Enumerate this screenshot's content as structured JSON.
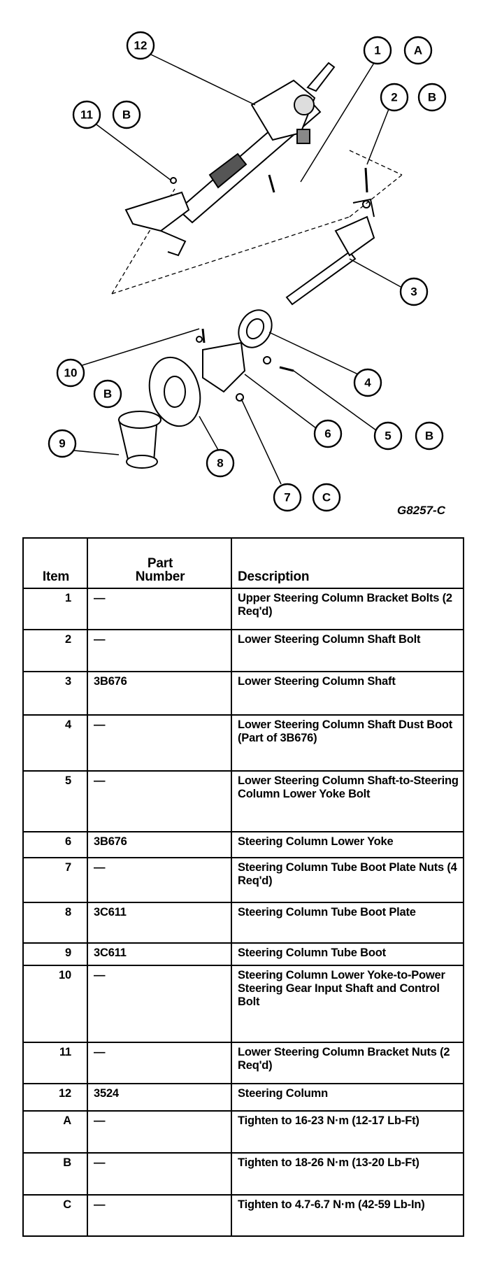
{
  "figure": {
    "id": "G8257-C",
    "callouts": [
      "12",
      "1",
      "A",
      "2",
      "B",
      "11",
      "B",
      "3",
      "4",
      "10",
      "B",
      "6",
      "5",
      "B",
      "9",
      "8",
      "7",
      "C"
    ]
  },
  "table": {
    "headers": {
      "item": "Item",
      "part_line1": "Part",
      "part_line2": "Number",
      "description": "Description"
    },
    "rows": [
      {
        "item": "1",
        "part": "—",
        "description": "Upper Steering Column Bracket Bolts (2 Req'd)"
      },
      {
        "item": "2",
        "part": "—",
        "description": "Lower Steering Column Shaft Bolt"
      },
      {
        "item": "3",
        "part": "3B676",
        "description": "Lower Steering Column Shaft"
      },
      {
        "item": "4",
        "part": "—",
        "description": "Lower Steering Column Shaft Dust Boot (Part of 3B676)"
      },
      {
        "item": "5",
        "part": "—",
        "description": "Lower Steering Column Shaft-to-Steering Column Lower Yoke Bolt"
      },
      {
        "item": "6",
        "part": "3B676",
        "description": "Steering Column Lower Yoke"
      },
      {
        "item": "7",
        "part": "—",
        "description": "Steering Column Tube Boot Plate Nuts (4 Req'd)"
      },
      {
        "item": "8",
        "part": "3C611",
        "description": "Steering Column Tube Boot Plate"
      },
      {
        "item": "9",
        "part": "3C611",
        "description": "Steering Column Tube Boot"
      },
      {
        "item": "10",
        "part": "—",
        "description": "Steering Column Lower Yoke-to-Power Steering Gear Input Shaft and Control Bolt"
      },
      {
        "item": "11",
        "part": "—",
        "description": "Lower Steering Column Bracket Nuts (2 Req'd)"
      },
      {
        "item": "12",
        "part": "3524",
        "description": "Steering Column"
      },
      {
        "item": "A",
        "part": "—",
        "description": "Tighten to 16-23 N·m (12-17 Lb-Ft)"
      },
      {
        "item": "B",
        "part": "—",
        "description": "Tighten to 18-26 N·m (13-20 Lb-Ft)"
      },
      {
        "item": "C",
        "part": "—",
        "description": "Tighten to 4.7-6.7 N·m (42-59 Lb-In)"
      }
    ]
  }
}
